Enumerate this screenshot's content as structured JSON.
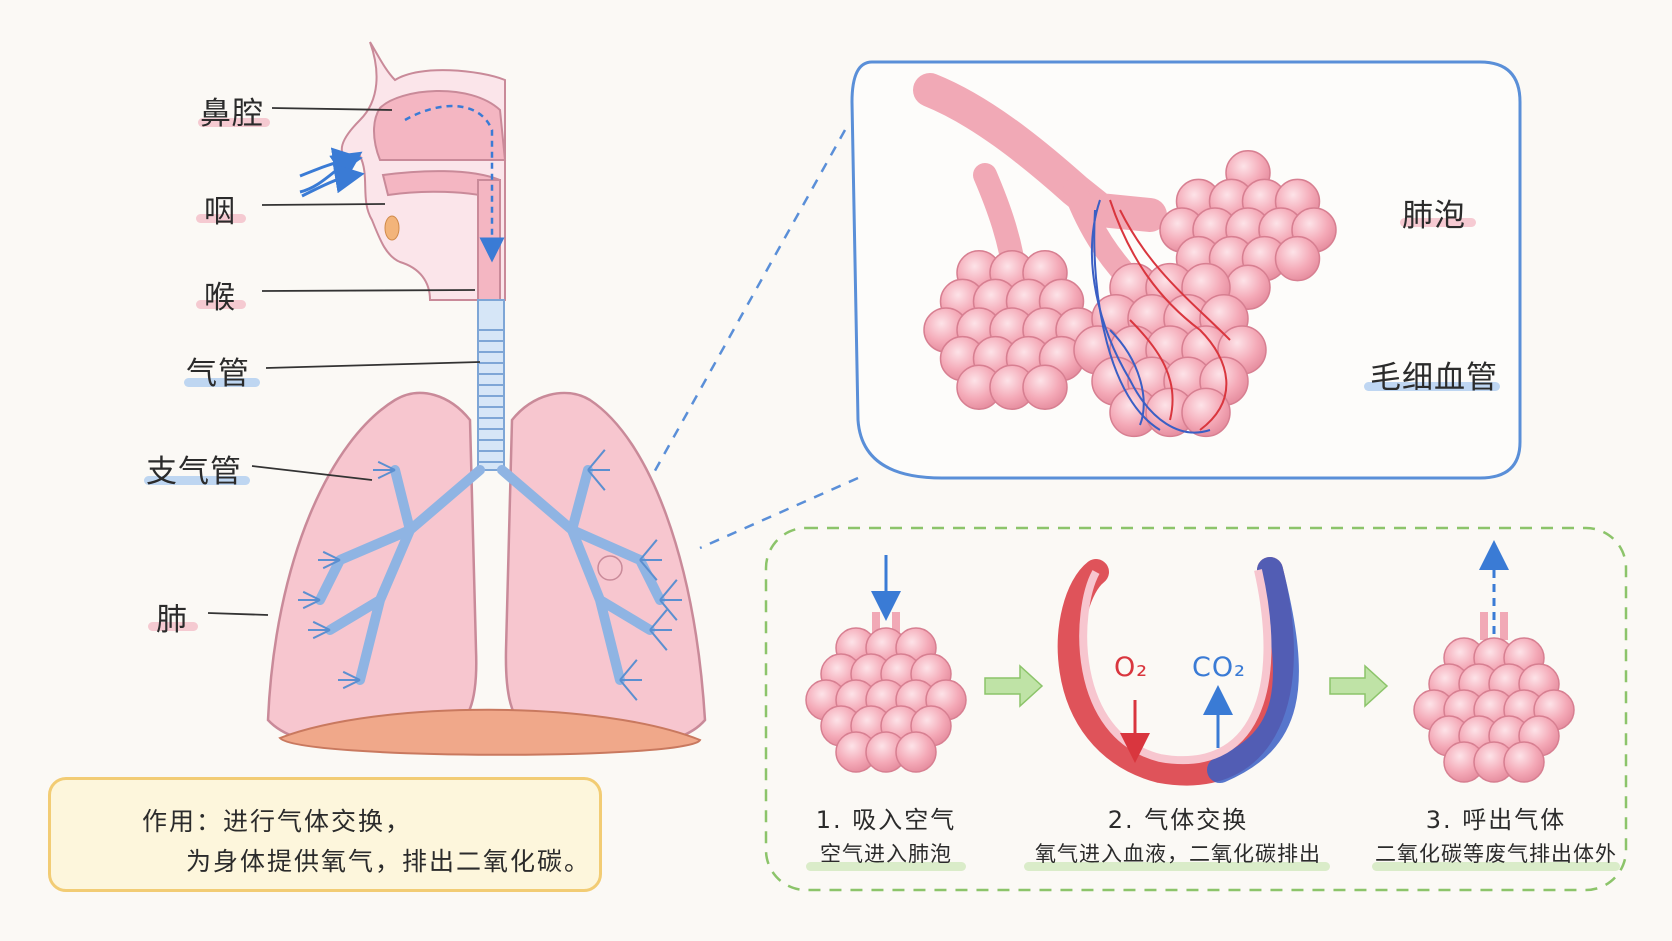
{
  "labels": {
    "nasal_cavity": "鼻腔",
    "pharynx": "咽",
    "larynx": "喉",
    "trachea": "气管",
    "bronchus": "支气管",
    "lung": "肺",
    "alveoli": "肺泡",
    "capillaries": "毛细血管"
  },
  "function_box": {
    "line1": "作用：进行气体交换，",
    "line2": "为身体提供氧气，排出二氧化碳。",
    "icon": "heart-icon"
  },
  "gases": {
    "oxygen": "O₂",
    "carbon_dioxide": "CO₂"
  },
  "steps": [
    {
      "title": "1. 吸入空气",
      "desc": "空气进入肺泡"
    },
    {
      "title": "2. 气体交换",
      "desc": "氧气进入血液，二氧化碳排出"
    },
    {
      "title": "3. 呼出气体",
      "desc": "二氧化碳等废气排出体外"
    }
  ],
  "colors": {
    "tissue_pink": "#f4b6c2",
    "airway_blue": "#3a7bd5",
    "artery_red": "#d9363e",
    "zoom_frame_blue": "#5a8fd8",
    "process_frame_green": "#8cc46a",
    "function_frame_yellow": "#f2cc74"
  }
}
